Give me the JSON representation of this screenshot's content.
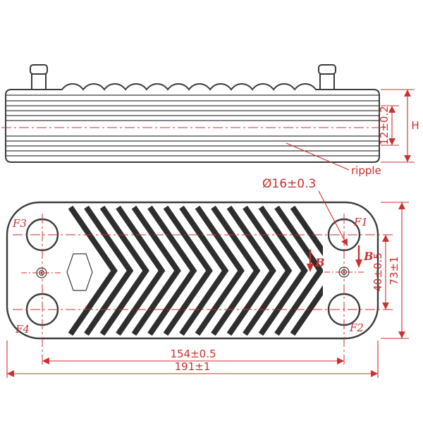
{
  "colors": {
    "part_line": "#3c3c3c",
    "dimension_red": "#cc2f2f",
    "background": "#ffffff"
  },
  "side_view": {
    "ripple_label": "ripple",
    "dim_plate_stack": "12±0.2",
    "dim_overall_height": "H"
  },
  "plan_view": {
    "hole_diameter": "Ø16±0.3",
    "section_marker": "B",
    "port_labels": {
      "f1": "F1",
      "f2": "F2",
      "f3": "F3",
      "f4": "F4"
    },
    "dim_port_vertical": "40±0.5",
    "dim_plate_height": "73±1",
    "dim_port_horizontal": "154±0.5",
    "dim_plate_length": "191±1"
  }
}
